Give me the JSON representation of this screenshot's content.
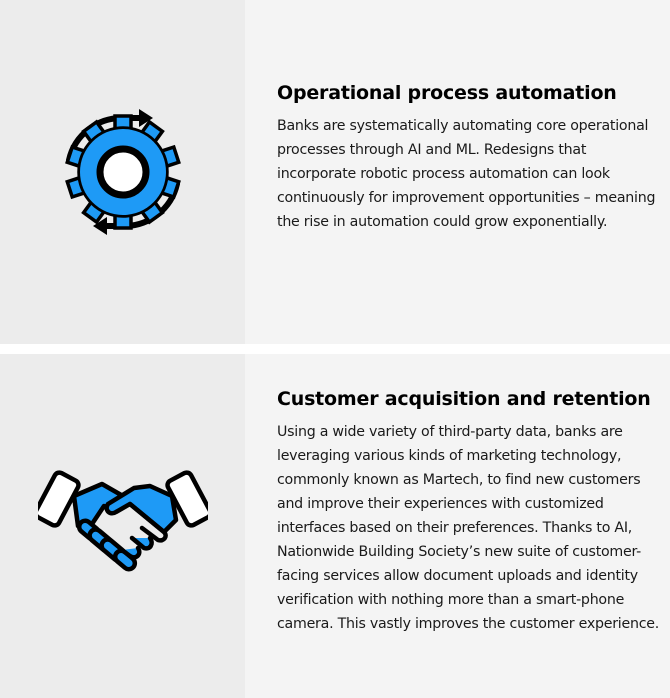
{
  "sections": [
    {
      "title": "Operational process automation",
      "body": "Banks are systematically automating core operational processes through AI and ML. Redesigns that incorporate robotic process automation can look continuously for improvement opportunities – meaning the rise in automation could grow exponentially.",
      "icon": "gear-cycle-icon"
    },
    {
      "title": "Customer acquisition and retention",
      "body": "Using a wide variety of third-party data, banks are leveraging various kinds of marketing technology, commonly known as Martech, to find new customers and improve their experiences with customized interfaces based on their preferences. Thanks to AI, Nationwide Building Society’s new suite of customer-facing services allow document uploads and identity verification with nothing more than a smart-phone camera. This vastly improves the customer experience.",
      "icon": "handshake-icon"
    }
  ],
  "colors": {
    "accent_blue": "#1e9af6",
    "outline": "#000000",
    "card_bg": "#f4f4f4",
    "icon_bg": "#ececec"
  }
}
